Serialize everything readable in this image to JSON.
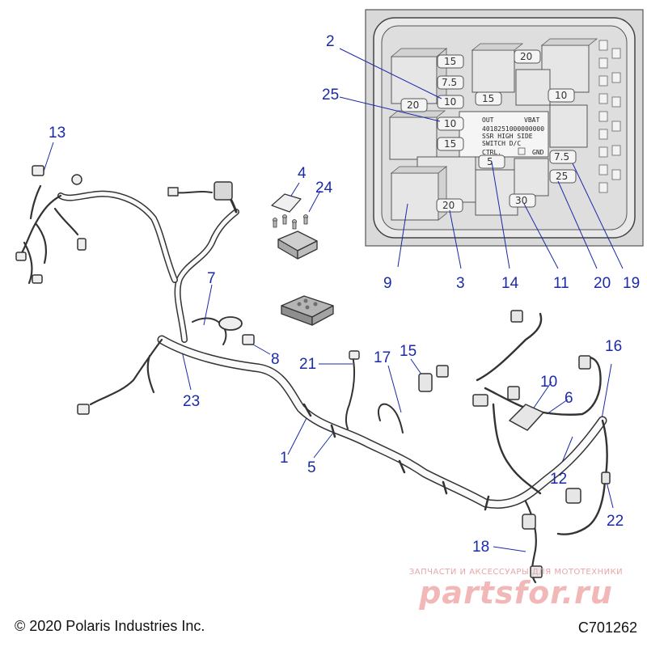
{
  "diagram": {
    "copyright": "© 2020 Polaris Industries Inc.",
    "part_code": "C701262",
    "callouts": {
      "c1": "1",
      "c2": "2",
      "c3": "3",
      "c4": "4",
      "c5": "5",
      "c6": "6",
      "c7": "7",
      "c8": "8",
      "c9": "9",
      "c10": "10",
      "c11": "11",
      "c12": "12",
      "c13": "13",
      "c14": "14",
      "c15": "15",
      "c16": "16",
      "c17": "17",
      "c18": "18",
      "c19": "19",
      "c20": "20",
      "c21": "21",
      "c22": "22",
      "c23": "23",
      "c24": "24",
      "c25": "25"
    },
    "fuse_box": {
      "fuses": {
        "f_15_top": "15",
        "f_20_top": "20",
        "f_7_5_a": "7.5",
        "f_10_a": "10",
        "f_15_mid": "15",
        "f_10_right": "10",
        "f_20_left": "20",
        "f_10_b": "10",
        "f_15_low": "15",
        "f_5": "5",
        "f_7_5_b": "7.5",
        "f_25": "25",
        "f_20_bottom": "20",
        "f_30": "30"
      },
      "relay_label": {
        "out": "OUT",
        "vbat": "VBAT",
        "line1": "4018251000000000",
        "line2": "SSR HIGH SIDE",
        "line3": "SWITCH D/C",
        "ctrl": "CTRL.",
        "gnd": "GND"
      }
    },
    "watermark": {
      "subtitle": "ЗАПЧАСТИ И АКСЕССУАРЫ ДЛЯ МОТОТЕХНИКИ",
      "brand": "partsfor.ru"
    },
    "colors": {
      "callout": "#1a2aa8",
      "watermark": "#f2b8b8",
      "line_art": "#333333"
    }
  }
}
